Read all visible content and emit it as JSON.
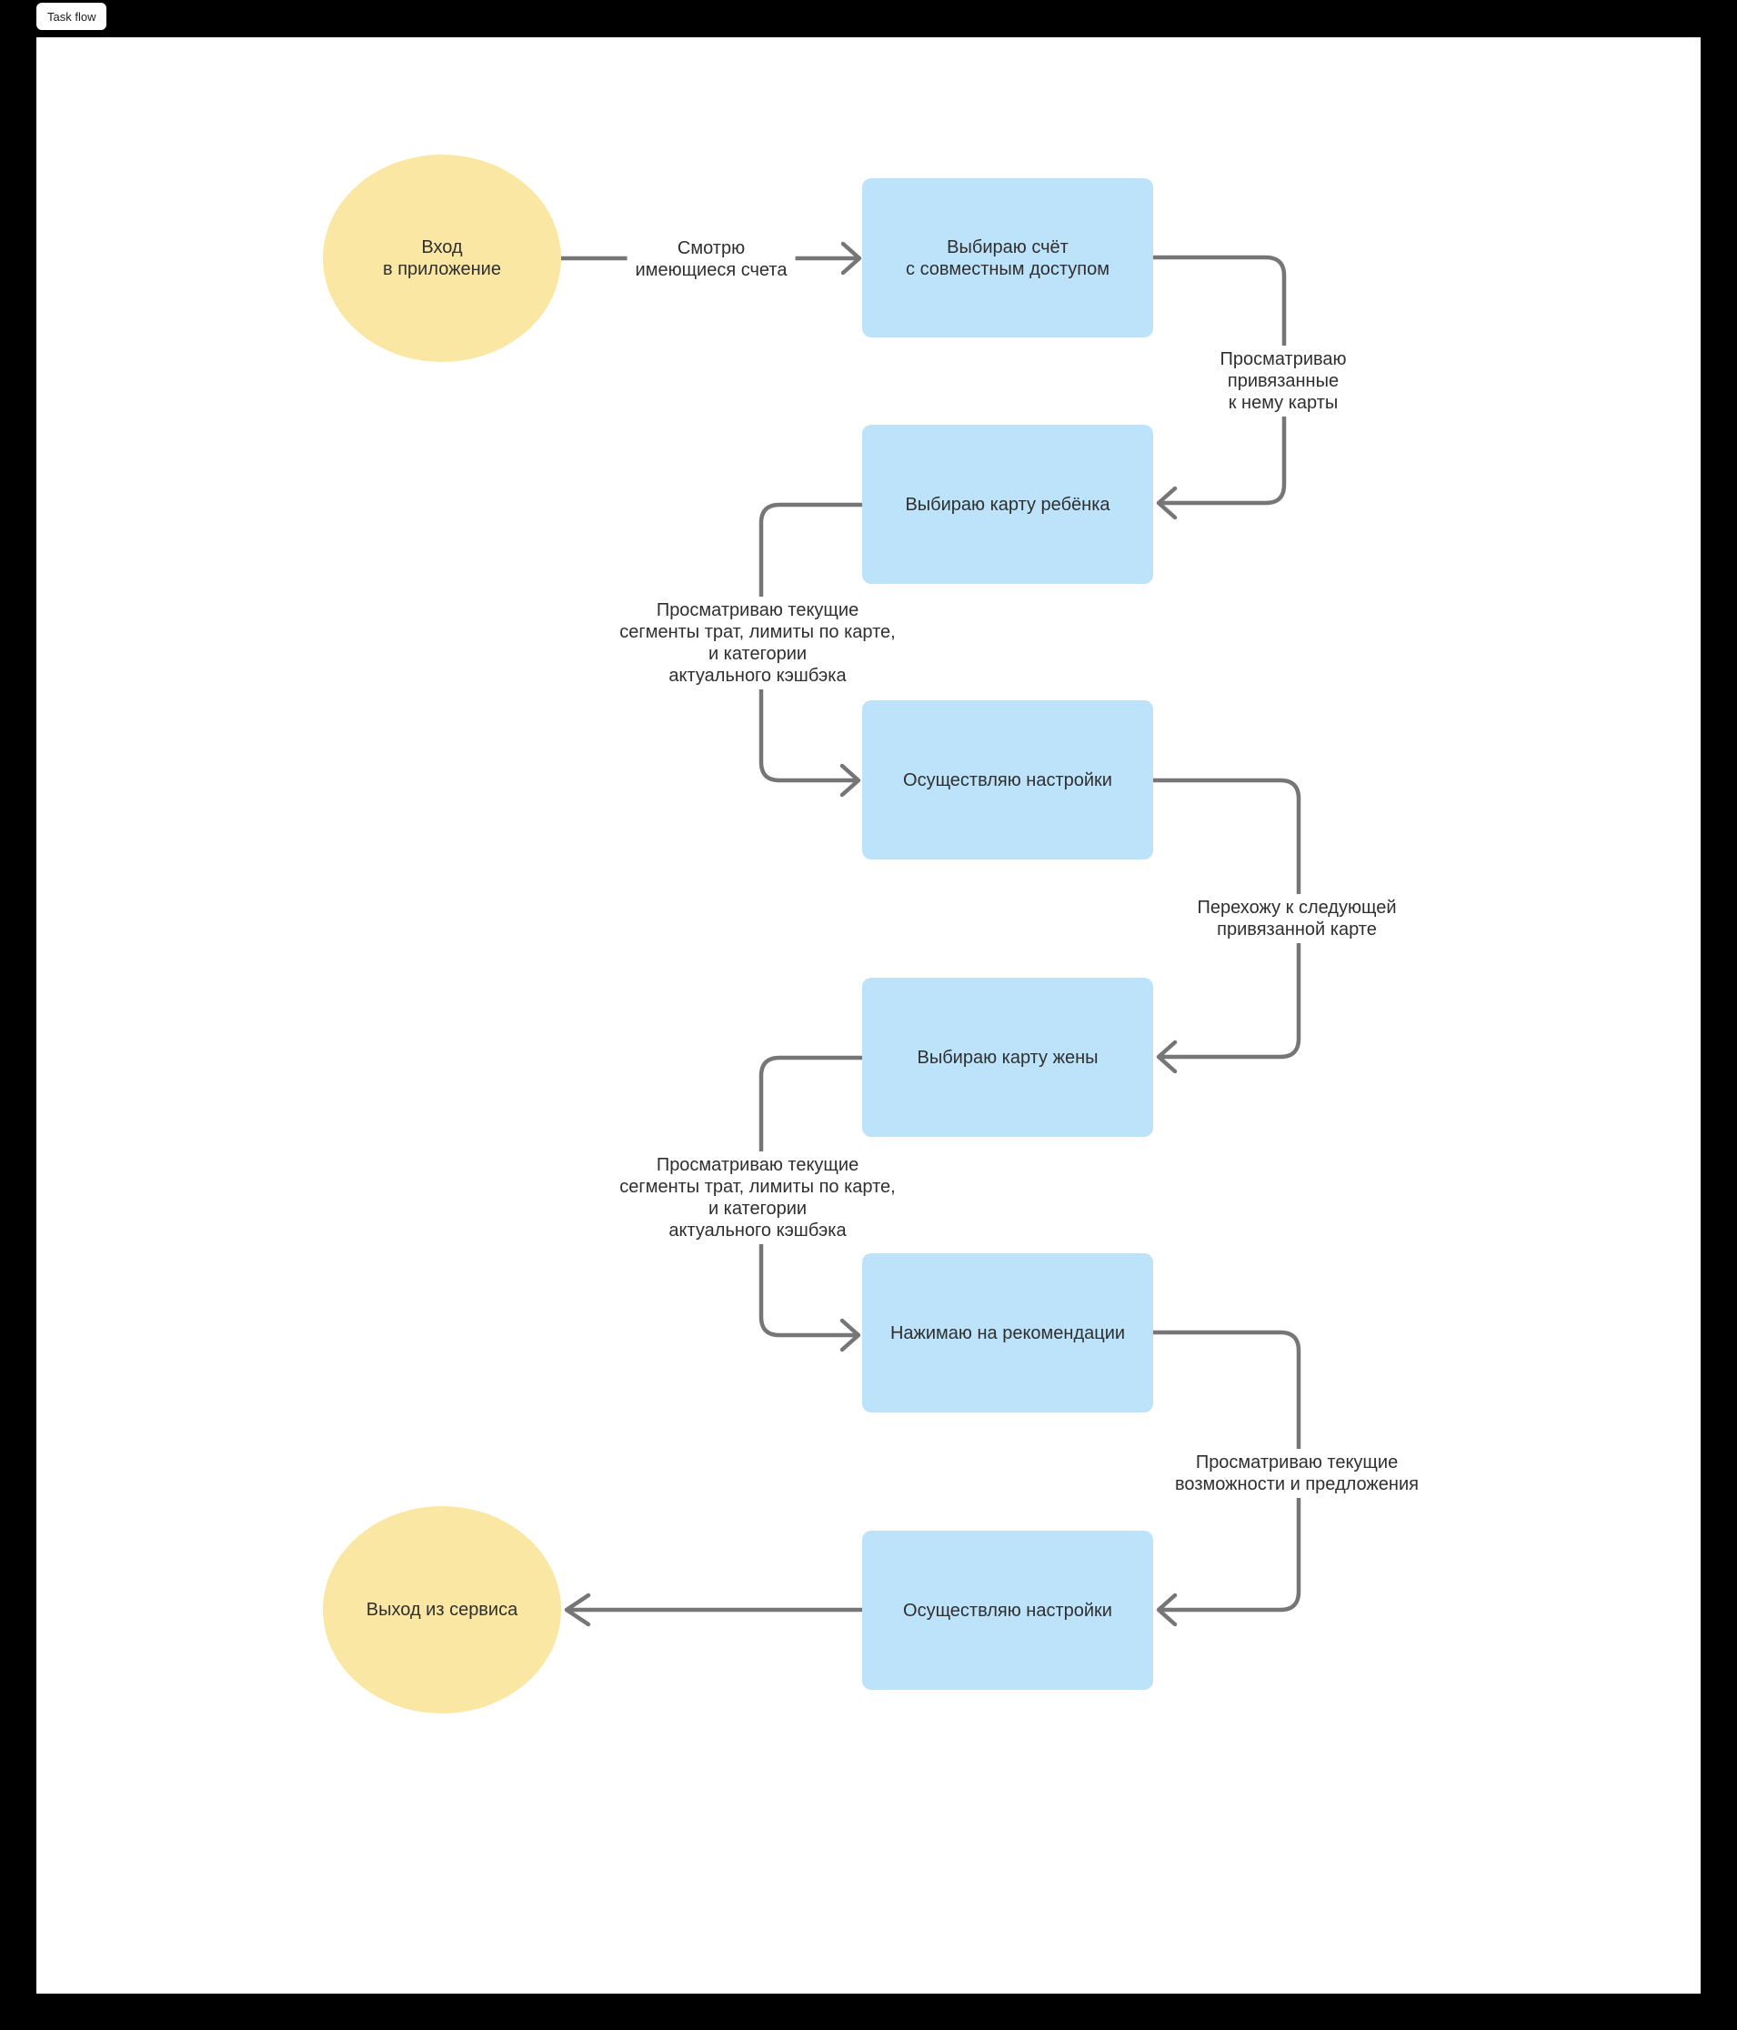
{
  "app": {
    "badge_label": "Task flow"
  },
  "diagram": {
    "type": "flowchart",
    "nodes": [
      {
        "id": "start",
        "shape": "ellipse",
        "label": "Вход\nв приложение"
      },
      {
        "id": "choose-shared-account",
        "shape": "rect",
        "label": "Выбираю счёт\nс совместным доступом"
      },
      {
        "id": "choose-child-card",
        "shape": "rect",
        "label": "Выбираю карту ребёнка"
      },
      {
        "id": "make-settings-1",
        "shape": "rect",
        "label": "Осуществляю настройки"
      },
      {
        "id": "choose-wife-card",
        "shape": "rect",
        "label": "Выбираю карту жены"
      },
      {
        "id": "open-recommendations",
        "shape": "rect",
        "label": "Нажимаю на рекомендации"
      },
      {
        "id": "make-settings-2",
        "shape": "rect",
        "label": "Осуществляю настройки"
      },
      {
        "id": "end",
        "shape": "ellipse",
        "label": "Выход из сервиса"
      }
    ],
    "edges": [
      {
        "from": "start",
        "to": "choose-shared-account",
        "label": "Смотрю\nимеющиеся счета"
      },
      {
        "from": "choose-shared-account",
        "to": "choose-child-card",
        "label": "Просматриваю\nпривязанные\nк нему карты"
      },
      {
        "from": "choose-child-card",
        "to": "make-settings-1",
        "label": "Просматриваю текущие\nсегменты трат, лимиты по карте,\nи категории\nактуального кэшбэка"
      },
      {
        "from": "make-settings-1",
        "to": "choose-wife-card",
        "label": "Перехожу к следующей\nпривязанной карте"
      },
      {
        "from": "choose-wife-card",
        "to": "open-recommendations",
        "label": "Просматриваю текущие\nсегменты трат, лимиты по карте,\nи категории\nактуального кэшбэка"
      },
      {
        "from": "open-recommendations",
        "to": "make-settings-2",
        "label": "Просматриваю текущие\nвозможности и  предложения"
      },
      {
        "from": "make-settings-2",
        "to": "end",
        "label": ""
      }
    ],
    "colors": {
      "process_fill": "#BDE3FA",
      "terminator_fill": "#FBE7A4",
      "connector": "#767676",
      "text": "#2F2F2F",
      "canvas": "#FFFFFF",
      "page_background": "#000000"
    }
  }
}
